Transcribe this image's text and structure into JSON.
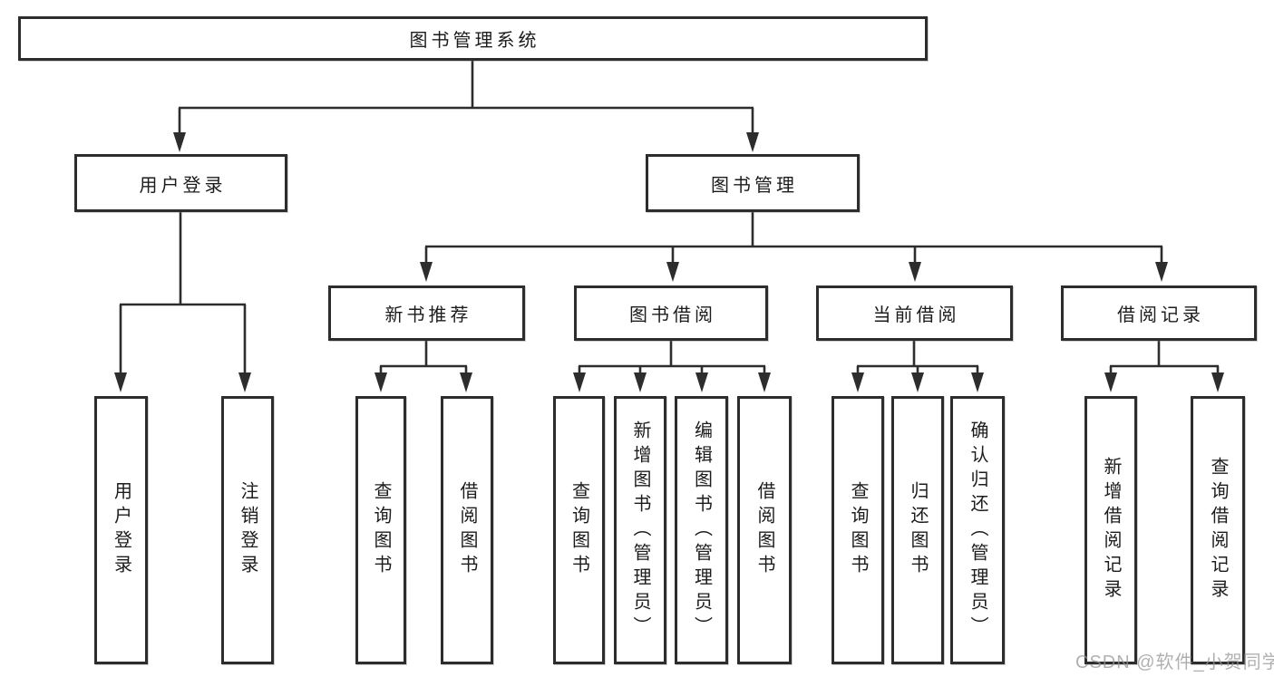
{
  "diagram": {
    "root": {
      "label": "图书管理系统"
    },
    "user_login": {
      "label": "用户登录",
      "children": [
        {
          "label": "用户登录"
        },
        {
          "label": "注销登录"
        }
      ]
    },
    "book_management": {
      "label": "图书管理",
      "groups": [
        {
          "label": "新书推荐",
          "children": [
            {
              "label": "查询图书"
            },
            {
              "label": "借阅图书"
            }
          ]
        },
        {
          "label": "图书借阅",
          "children": [
            {
              "label": "查询图书"
            },
            {
              "label": "新增图书（管理员）"
            },
            {
              "label": "编辑图书（管理员）"
            },
            {
              "label": "借阅图书"
            }
          ]
        },
        {
          "label": "当前借阅",
          "children": [
            {
              "label": "查询图书"
            },
            {
              "label": "归还图书"
            },
            {
              "label": "确认归还（管理员）"
            }
          ]
        },
        {
          "label": "借阅记录",
          "children": [
            {
              "label": "新增借阅记录"
            },
            {
              "label": "查询借阅记录"
            }
          ]
        }
      ]
    },
    "watermark": "CSDN @软件_小贺同学",
    "colors": {
      "line": "#2d2d2d",
      "box_border": "#2d2d2d",
      "text": "#1c1c1c",
      "watermark": "#999999",
      "background": "#ffffff"
    }
  }
}
